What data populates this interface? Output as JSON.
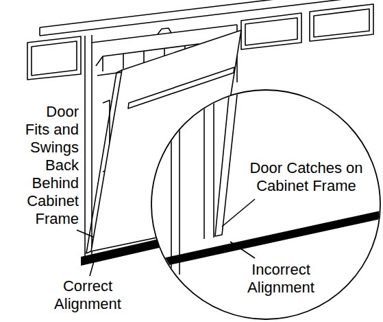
{
  "diagram": {
    "labels": [
      "Door Fits and Swings Back Behind Cabinet Frame",
      "Correct Alignment",
      "Door Catches on Cabinet Frame",
      "Incorrect Alignment"
    ]
  }
}
